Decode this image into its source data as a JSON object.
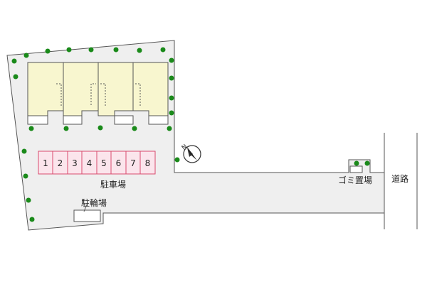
{
  "labels": {
    "parking": "駐車場",
    "bicycle_parking": "駐輪場",
    "garbage_area": "ゴミ置場",
    "road": "道路",
    "north_mark": "N"
  },
  "parking_spaces": [
    "1",
    "2",
    "3",
    "4",
    "5",
    "6",
    "7",
    "8"
  ],
  "building_units": 4,
  "colors": {
    "site_fill": "#efefef",
    "site_stroke": "#555555",
    "building_fill": "#f8f6cf",
    "parking_fill": "#fbe5ec",
    "parking_stroke": "#d84b6e",
    "tree": "#1a8a1a"
  }
}
